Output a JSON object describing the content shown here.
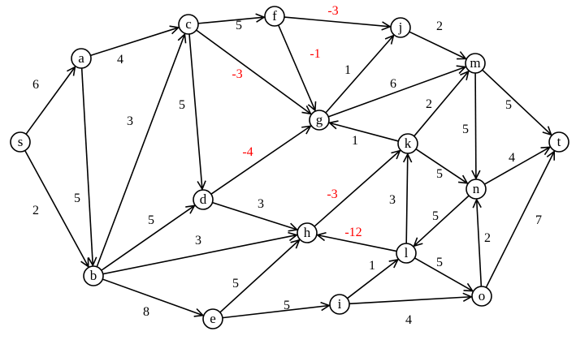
{
  "colors": {
    "positive": "#000000",
    "negative": "#ff0000",
    "node_stroke": "#000000"
  },
  "nodes": [
    "s",
    "a",
    "b",
    "c",
    "f",
    "j",
    "m",
    "g",
    "k",
    "t",
    "n",
    "d",
    "h",
    "l",
    "o",
    "e",
    "i"
  ],
  "edges": [
    {
      "from": "s",
      "to": "a",
      "weight": "6"
    },
    {
      "from": "s",
      "to": "b",
      "weight": "2"
    },
    {
      "from": "a",
      "to": "c",
      "weight": "4"
    },
    {
      "from": "a",
      "to": "b",
      "weight": "5"
    },
    {
      "from": "b",
      "to": "c",
      "weight": "3"
    },
    {
      "from": "b",
      "to": "d",
      "weight": "5"
    },
    {
      "from": "b",
      "to": "h",
      "weight": "3"
    },
    {
      "from": "b",
      "to": "e",
      "weight": "8"
    },
    {
      "from": "c",
      "to": "f",
      "weight": "5"
    },
    {
      "from": "c",
      "to": "g",
      "weight": "-3"
    },
    {
      "from": "c",
      "to": "d",
      "weight": "5"
    },
    {
      "from": "f",
      "to": "j",
      "weight": "-3"
    },
    {
      "from": "f",
      "to": "g",
      "weight": "-1"
    },
    {
      "from": "g",
      "to": "j",
      "weight": "1"
    },
    {
      "from": "g",
      "to": "m",
      "weight": "6"
    },
    {
      "from": "j",
      "to": "m",
      "weight": "2"
    },
    {
      "from": "d",
      "to": "g",
      "weight": "-4"
    },
    {
      "from": "d",
      "to": "h",
      "weight": "3"
    },
    {
      "from": "k",
      "to": "g",
      "weight": "1"
    },
    {
      "from": "k",
      "to": "m",
      "weight": "2"
    },
    {
      "from": "m",
      "to": "n",
      "weight": "5"
    },
    {
      "from": "m",
      "to": "t",
      "weight": "5"
    },
    {
      "from": "k",
      "to": "n",
      "weight": "5"
    },
    {
      "from": "n",
      "to": "t",
      "weight": "4"
    },
    {
      "from": "h",
      "to": "k",
      "weight": "-3"
    },
    {
      "from": "l",
      "to": "k",
      "weight": "3"
    },
    {
      "from": "l",
      "to": "h",
      "weight": "-12"
    },
    {
      "from": "n",
      "to": "l",
      "weight": "5"
    },
    {
      "from": "l",
      "to": "o",
      "weight": "5"
    },
    {
      "from": "o",
      "to": "n",
      "weight": "2"
    },
    {
      "from": "o",
      "to": "t",
      "weight": "7"
    },
    {
      "from": "e",
      "to": "h",
      "weight": "5"
    },
    {
      "from": "e",
      "to": "i",
      "weight": "5"
    },
    {
      "from": "i",
      "to": "l",
      "weight": "1"
    },
    {
      "from": "i",
      "to": "o",
      "weight": "4"
    }
  ]
}
